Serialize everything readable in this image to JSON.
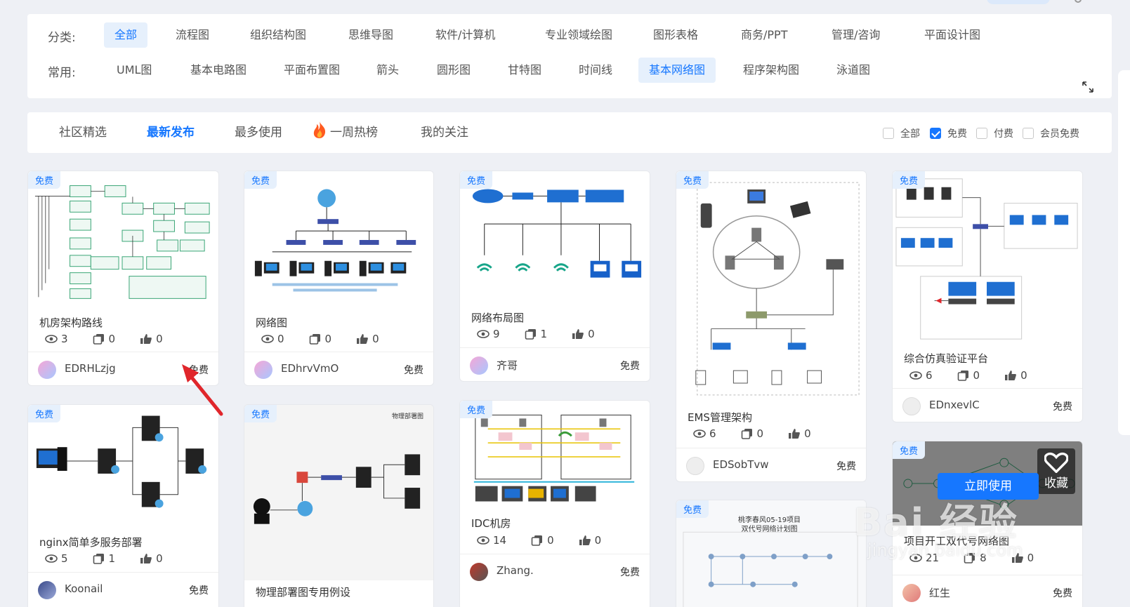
{
  "filters": {
    "category_label": "分类:",
    "categories": [
      "全部",
      "流程图",
      "组织结构图",
      "思维导图",
      "软件/计算机",
      "专业领域绘图",
      "图形表格",
      "商务/PPT",
      "管理/咨询",
      "平面设计图"
    ],
    "common_label": "常用:",
    "common": [
      "UML图",
      "基本电路图",
      "平面布置图",
      "箭头",
      "圆形图",
      "甘特图",
      "时间线",
      "基本网络图",
      "程序架构图",
      "泳道图"
    ]
  },
  "tabs": [
    "社区精选",
    "最新发布",
    "最多使用",
    "一周热榜",
    "我的关注"
  ],
  "price_filters": [
    {
      "label": "全部",
      "checked": false
    },
    {
      "label": "免费",
      "checked": true
    },
    {
      "label": "付费",
      "checked": false
    },
    {
      "label": "会员免费",
      "checked": false
    }
  ],
  "free_tag": "免费",
  "cards": [
    {
      "title": "机房架构路线",
      "views": "3",
      "copies": "0",
      "likes": "0",
      "author": "EDRHLzjg",
      "price": "免费"
    },
    {
      "title": "网络图",
      "views": "0",
      "copies": "0",
      "likes": "0",
      "author": "EDhrvVmO",
      "price": "免费"
    },
    {
      "title": "网络布局图",
      "views": "9",
      "copies": "1",
      "likes": "0",
      "author": "齐哥",
      "price": "免费"
    },
    {
      "title": "EMS管理架构",
      "views": "6",
      "copies": "0",
      "likes": "0",
      "author": "EDSobTvw",
      "price": "免费"
    },
    {
      "title": "综合仿真验证平台",
      "views": "6",
      "copies": "0",
      "likes": "0",
      "author": "EDnxevlC",
      "price": "免费"
    },
    {
      "title": "nginx简单多服务部署",
      "views": "5",
      "copies": "1",
      "likes": "0",
      "author": "Koonail",
      "price": "免费"
    },
    {
      "title": "IDC机房",
      "views": "14",
      "copies": "0",
      "likes": "0",
      "author": "Zhang.",
      "price": "免费"
    },
    {
      "title": "项目开工双代号网络图",
      "views": "21",
      "copies": "8",
      "likes": "0",
      "author": "红生",
      "price": "免费"
    }
  ],
  "partial_title": "物理部署图专用例设",
  "thumb_texts": {
    "wuli": "物理部署图",
    "shuangdai": "桃李春风05-19项目\n双代号网络计划图"
  },
  "hover": {
    "favorite": "收藏",
    "use_now": "立即使用"
  },
  "watermark": {
    "main": "Bai 经验",
    "sub": "jingyan.baidu.com"
  },
  "colors": {
    "accent": "#1677ff",
    "tag_bg": "#e6f0fc",
    "arrow": "#e0262b"
  }
}
